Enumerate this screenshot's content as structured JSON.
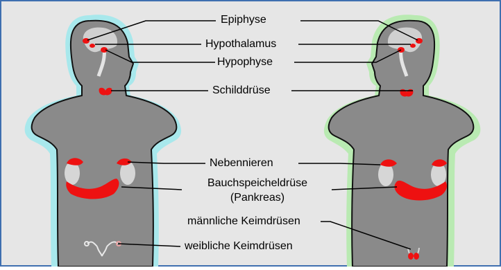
{
  "labels": {
    "epiphyse": "Epiphyse",
    "hypothalamus": "Hypothalamus",
    "hypophyse": "Hypophyse",
    "schilddruese": "Schilddrüse",
    "nebennieren": "Nebennieren",
    "bauch_line1": "Bauchspeicheldrüse",
    "bauch_line2": "(Pankreas)",
    "maennlich": "männliche Keimdrüsen",
    "weiblich": "weibliche Keimdrüsen"
  },
  "colors": {
    "background": "#e6e6e6",
    "frame": "#3f6fb0",
    "body": "#8a8a8a",
    "halo_left": "#a8e8ec",
    "halo_right": "#b9eab2",
    "gland": "#ee1111",
    "pale_organ": "#d6d6d6"
  }
}
